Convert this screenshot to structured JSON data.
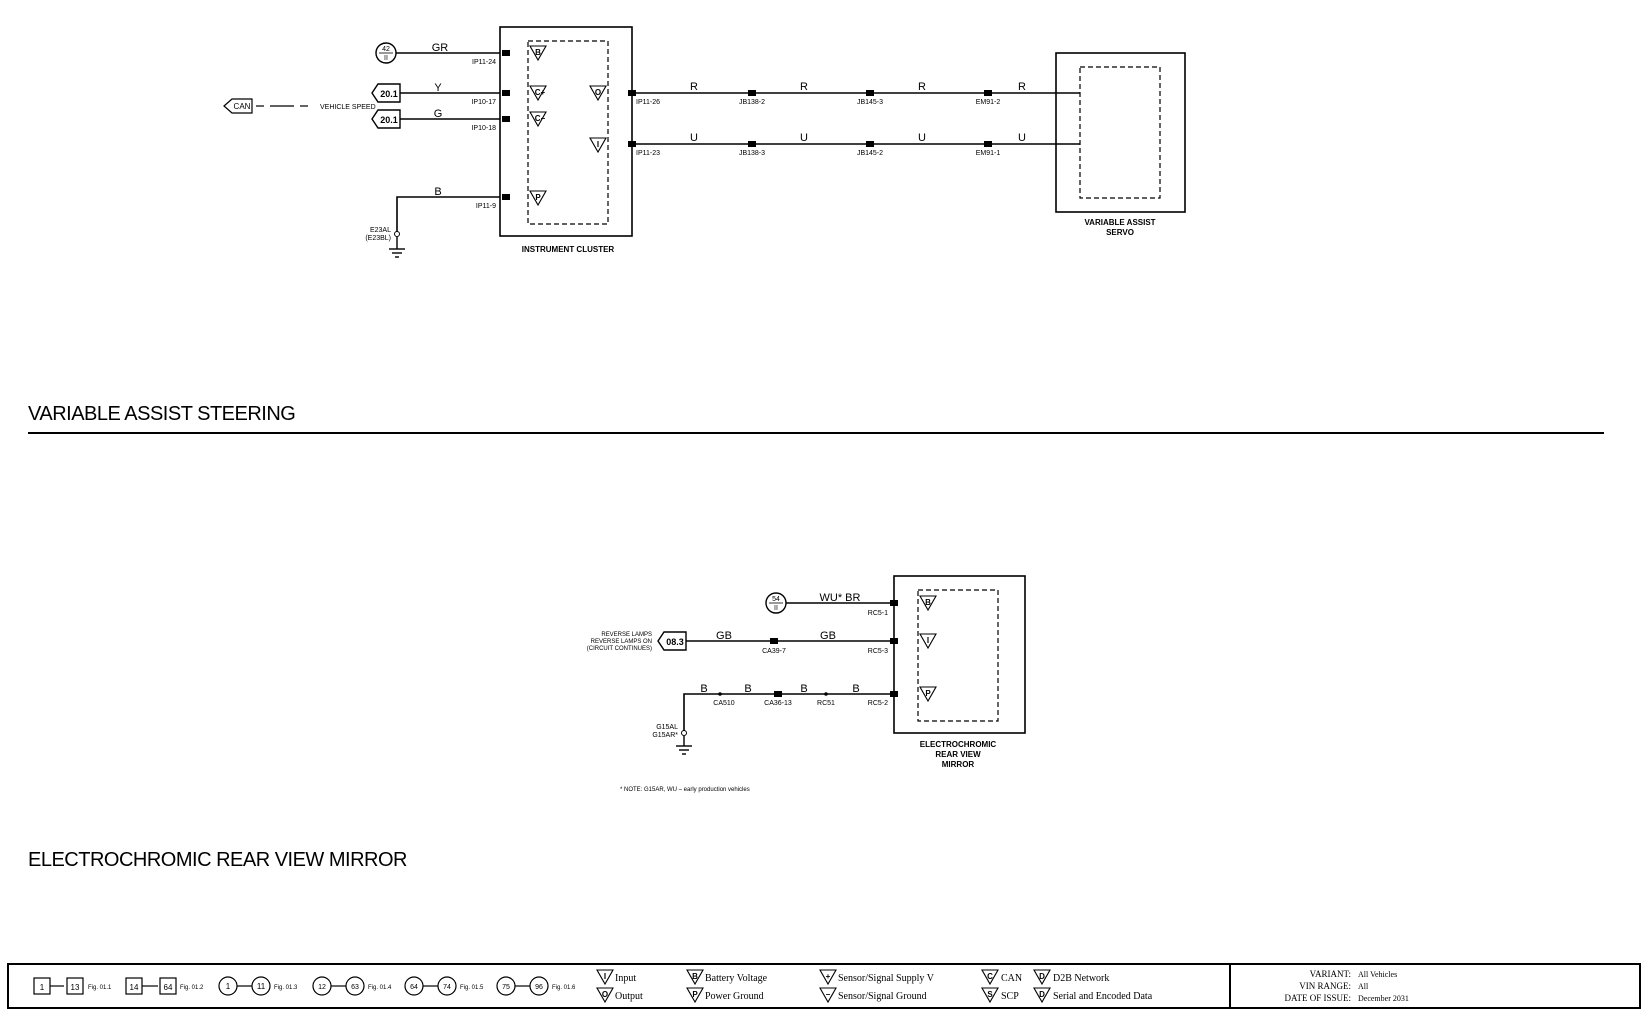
{
  "variable_assist": {
    "section_title": "VARIABLE ASSIST STEERING",
    "instrument_cluster": "INSTRUMENT CLUSTER",
    "servo": [
      "VARIABLE ASSIST",
      "SERVO"
    ],
    "can_label": "CAN",
    "vehicle_speed": "VEHICLE SPEED",
    "ground": [
      "E23AL",
      "(E23BL)"
    ],
    "refs": [
      {
        "top": "42",
        "bottom": "II"
      },
      {
        "top": "20.1"
      },
      {
        "top": "20.1"
      }
    ],
    "wires_left": [
      "GR",
      "Y",
      "G",
      "B"
    ],
    "pins_left": [
      "IP11-24",
      "IP10-17",
      "IP10-18",
      "IP11-9"
    ],
    "wire_r": "R",
    "wire_u": "U",
    "pins_r": [
      "IP11-26",
      "JB138-2",
      "JB145-3",
      "EM91-2"
    ],
    "pins_u": [
      "IP11-23",
      "JB138-3",
      "JB145-2",
      "EM91-1"
    ],
    "cluster_symbols": [
      "B",
      "C+",
      "C−",
      "P",
      "O",
      "I"
    ]
  },
  "mirror": {
    "section_title": "ELECTROCHROMIC REAR VIEW MIRROR",
    "module": [
      "ELECTROCHROMIC",
      "REAR VIEW",
      "MIRROR"
    ],
    "ref_54": {
      "top": "54",
      "bottom": "II"
    },
    "ref_083": "08.3",
    "reverse_text": [
      "REVERSE LAMPS",
      "REVERSE LAMPS ON",
      "(CIRCUIT CONTINUES)"
    ],
    "wires": [
      "WU* BR",
      "GB",
      "GB",
      "B",
      "B",
      "B",
      "B"
    ],
    "pins": [
      "RC5-1",
      "CA39-7",
      "RC5-3",
      "CA510",
      "CA36-13",
      "RC51",
      "RC5-2"
    ],
    "ground": [
      "G15AL",
      "G15AR*"
    ],
    "note": "* NOTE: G15AR, WU – early production vehicles",
    "symbols": [
      "B",
      "I",
      "P"
    ]
  },
  "legend": {
    "fig_ranges": [
      {
        "from": "1",
        "to": "13",
        "fig": "Fig. 01.1"
      },
      {
        "from": "14",
        "to": "64",
        "fig": "Fig. 01.2"
      },
      {
        "from": "1",
        "to": "11",
        "fig": "Fig. 01.3"
      },
      {
        "from": "12",
        "to": "63",
        "fig": "Fig. 01.4"
      },
      {
        "from": "64",
        "to": "74",
        "fig": "Fig. 01.5"
      },
      {
        "from": "75",
        "to": "96",
        "fig": "Fig. 01.6"
      }
    ],
    "symbols": [
      {
        "sym": "I",
        "label": "Input"
      },
      {
        "sym": "O",
        "label": "Output"
      },
      {
        "sym": "B",
        "label": "Battery Voltage"
      },
      {
        "sym": "P",
        "label": "Power Ground"
      },
      {
        "sym": "+",
        "label": "Sensor/Signal Supply V"
      },
      {
        "sym": "−",
        "label": "Sensor/Signal Ground"
      },
      {
        "sym": "C",
        "label": "CAN"
      },
      {
        "sym": "S",
        "label": "SCP"
      },
      {
        "sym": "D",
        "label": "D2B Network"
      },
      {
        "sym": "D",
        "label": "Serial and Encoded Data"
      }
    ],
    "info": [
      {
        "key": "VARIANT:",
        "value": "All Vehicles"
      },
      {
        "key": "VIN RANGE:",
        "value": "All"
      },
      {
        "key": "DATE OF ISSUE:",
        "value": "December 2031"
      }
    ]
  },
  "colors": {
    "ink": "#000000",
    "paper": "#ffffff"
  }
}
